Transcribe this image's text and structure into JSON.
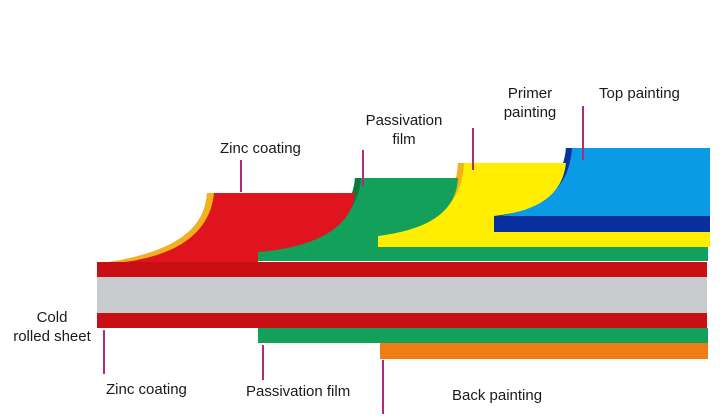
{
  "labels": {
    "zinc_coating_top": "Zinc coating",
    "passivation_top": "Passivation\nfilm",
    "primer_painting": "Primer\npainting",
    "top_painting": "Top painting",
    "cold_rolled_sheet": "Cold\nrolled sheet",
    "zinc_coating_bottom": "Zinc coating",
    "passivation_bottom": "Passivation film",
    "back_painting": "Back painting"
  },
  "colors": {
    "zinc_red": "#e0141e",
    "zinc_dark_red": "#c80f14",
    "passivation_green": "#12a05a",
    "passivation_dark_green": "#0d7a3c",
    "primer_yellow": "#ffee00",
    "yellow_orange_edge": "#f2b21c",
    "top_blue": "#0a9ae6",
    "top_dark_blue": "#0a2f9e",
    "steel_gray": "#c8cbcd",
    "back_orange": "#f07d14",
    "pointer_line": "#b0297a"
  }
}
